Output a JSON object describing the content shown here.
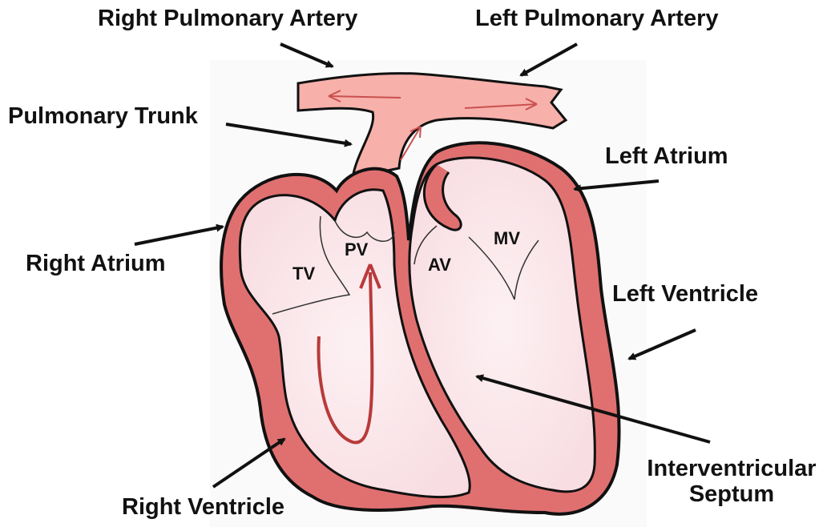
{
  "labels": {
    "right_pulmonary_artery": "Right Pulmonary Artery",
    "left_pulmonary_artery": "Left Pulmonary Artery",
    "pulmonary_trunk": "Pulmonary Trunk",
    "left_atrium": "Left Atrium",
    "right_atrium": "Right Atrium",
    "left_ventricle": "Left Ventricle",
    "right_ventricle": "Right Ventricle",
    "septum_line1": "Interventricular",
    "septum_line2": "Septum"
  },
  "valves": {
    "tv": "TV",
    "pv": "PV",
    "av": "AV",
    "mv": "MV"
  },
  "colors": {
    "wall": "#e07070",
    "outline": "#111111",
    "chamber": "#fbe4e8",
    "vessel": "#f7b0aa",
    "flow_arrow": "#b83a3a"
  }
}
